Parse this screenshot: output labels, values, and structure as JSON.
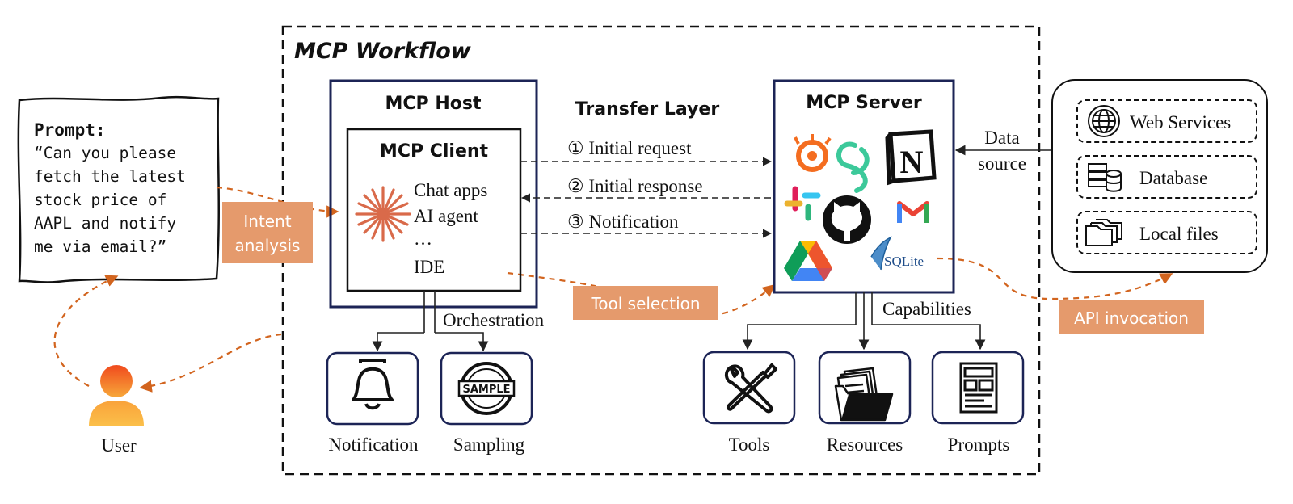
{
  "workflow": {
    "title": "MCP Workflow"
  },
  "prompt": {
    "heading": "Prompt:",
    "lines": [
      "“Can you please",
      "fetch the latest",
      "stock price of",
      "AAPL and notify",
      "me via email?”"
    ]
  },
  "tags": {
    "intent_line1": "Intent",
    "intent_line2": "analysis",
    "tool_selection": "Tool selection",
    "api_invocation": "API invocation"
  },
  "host": {
    "title": "MCP Host",
    "client_title": "MCP Client",
    "apps": [
      "Chat apps",
      "AI agent",
      "…",
      "IDE"
    ]
  },
  "transfer": {
    "title": "Transfer Layer",
    "messages": [
      "① Initial request",
      "② Initial response",
      "③ Notification"
    ]
  },
  "server": {
    "title": "MCP Server",
    "sqlite_label": "SQLite",
    "notion_letter": "N"
  },
  "data_source": {
    "line1": "Data",
    "line2": "source"
  },
  "sources": [
    "Web Services",
    "Database",
    "Local files"
  ],
  "orchestration": {
    "label": "Orchestration",
    "items": [
      "Notification",
      "Sampling"
    ],
    "sample_text": "SAMPLE"
  },
  "capabilities": {
    "label": "Capabilities",
    "items": [
      "Tools",
      "Resources",
      "Prompts"
    ]
  },
  "user": {
    "label": "User"
  },
  "colors": {
    "accent": "#d2641e",
    "tag_fill": "#e59a6c",
    "box_stroke": "#1c2456"
  }
}
